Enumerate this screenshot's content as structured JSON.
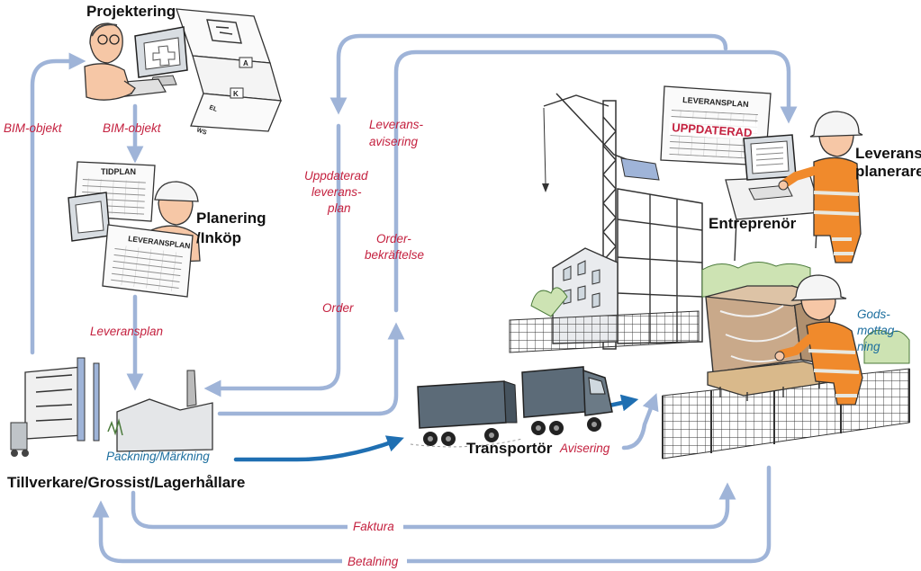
{
  "nodes": {
    "projektering": "Projektering",
    "planering_line1": "Planering",
    "planering_line2": "/Inköp",
    "leveransplanerare_line1": "Leverans-",
    "leveransplanerare_line2": "planerare",
    "entreprenor": "Entreprenör",
    "transportor": "Transportör",
    "tillverkare": "Tillverkare/Grossist/Lagerhållare"
  },
  "flows": {
    "bim_objekt_left": "BIM-objekt",
    "bim_objekt_center": "BIM-objekt",
    "leveransplan": "Leveransplan",
    "uppdaterad_line1": "Uppdaterad",
    "uppdaterad_line2": "leverans-",
    "uppdaterad_line3": "plan",
    "order": "Order",
    "leveransavisering_line1": "Leverans-",
    "leveransavisering_line2": "avisering",
    "orderbekraftelse_line1": "Order-",
    "orderbekraftelse_line2": "bekräftelse",
    "packning": "Packning/Märkning",
    "avisering": "Avisering",
    "godsmottagning_line1": "Gods-",
    "godsmottagning_line2": "mottag-",
    "godsmottagning_line3": "ning",
    "faktura": "Faktura",
    "betalning": "Betalning"
  },
  "documents": {
    "tidplan": "TIDPLAN",
    "leveransplan_doc": "LEVERANSPLAN",
    "leveransplan_updated_doc": "LEVERANSPLAN",
    "uppdaterad_stamp": "UPPDATERAD",
    "sheet_a": "A",
    "sheet_k": "K",
    "sheet_el": "EL",
    "sheet_ws": "WS"
  },
  "colors": {
    "arrow_light": "#9fb4d8",
    "arrow_dark": "#1f6fb2",
    "label_red": "#c4213f",
    "label_blue": "#1c6e9e",
    "worker_orange": "#f08a2c",
    "reflective": "#e8e8e0",
    "truck": "#5c6b78",
    "skin": "#f6c7a6"
  }
}
